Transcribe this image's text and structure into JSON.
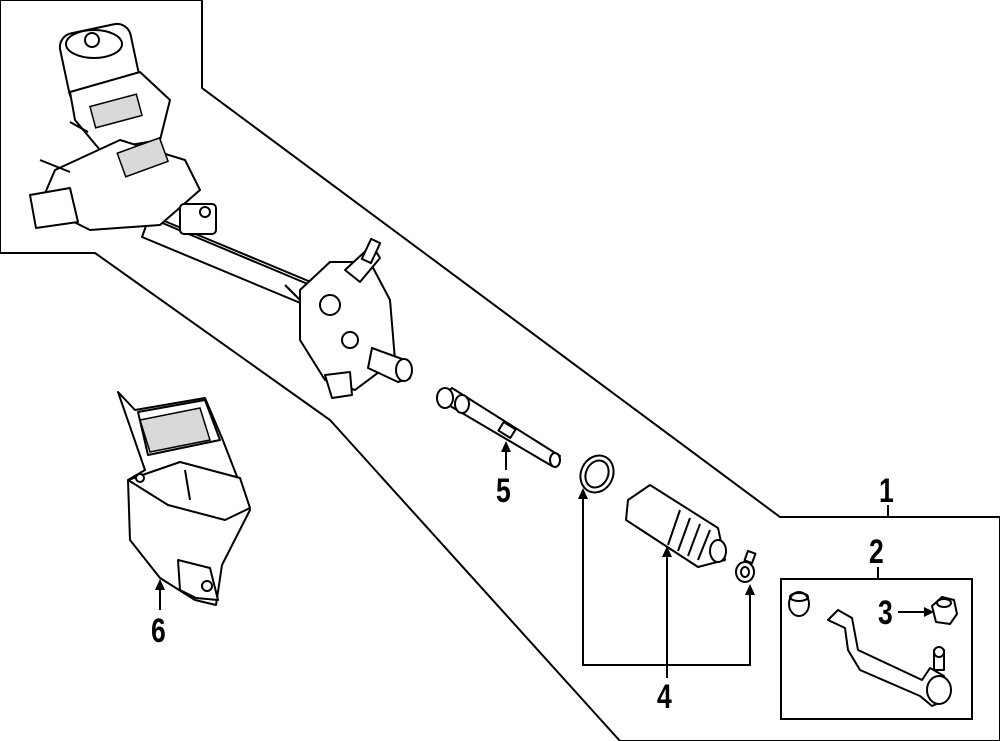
{
  "callouts": {
    "c1": "1",
    "c2": "2",
    "c3": "3",
    "c4": "4",
    "c5": "5",
    "c6": "6"
  },
  "parts": [
    {
      "number": "1",
      "icon": "steering-gear-assembly-icon"
    },
    {
      "number": "2",
      "icon": "outer-tie-rod-end-icon"
    },
    {
      "number": "3",
      "icon": "tie-rod-nut-icon"
    },
    {
      "number": "4",
      "icon": "rack-boot-kit-icon"
    },
    {
      "number": "5",
      "icon": "inner-tie-rod-icon"
    },
    {
      "number": "6",
      "icon": "heat-shield-icon"
    }
  ],
  "colors": {
    "line": "#000000",
    "background": "#ffffff",
    "shading": "#d9d9d9"
  }
}
